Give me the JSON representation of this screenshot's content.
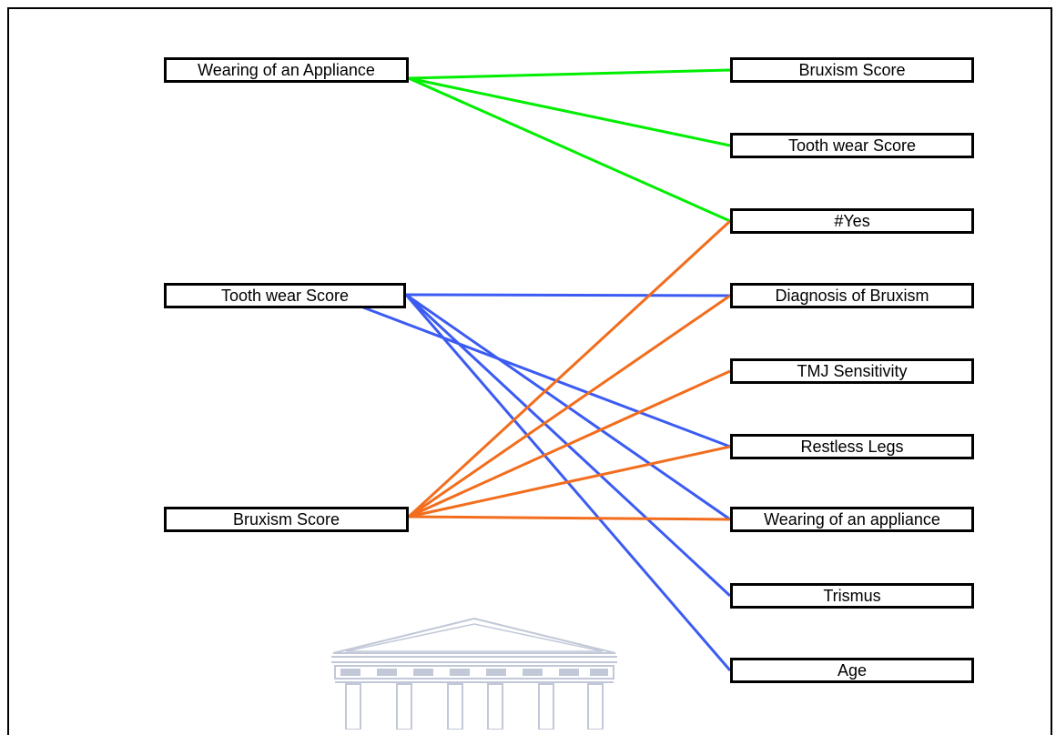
{
  "colors": {
    "group_1": "#00ee00",
    "group_2": "#3b5bf2",
    "group_3": "#f26d1d",
    "watermark": "#c2c8d8"
  },
  "watermark_icon": "university-building-icon",
  "left_nodes": [
    {
      "id": "wearing",
      "label": "Wearing of an Appliance"
    },
    {
      "id": "toothwear",
      "label": "Tooth wear Score"
    },
    {
      "id": "bruxism",
      "label": "Bruxism Score"
    }
  ],
  "right_nodes": [
    {
      "id": "r_bruxism",
      "label": "Bruxism Score"
    },
    {
      "id": "r_toothwear",
      "label": "Tooth wear Score"
    },
    {
      "id": "r_yes",
      "label": "#Yes"
    },
    {
      "id": "r_diag",
      "label": "Diagnosis of Bruxism"
    },
    {
      "id": "r_tmj",
      "label": "TMJ Sensitivity"
    },
    {
      "id": "r_legs",
      "label": "Restless Legs"
    },
    {
      "id": "r_appliance",
      "label": "Wearing of an appliance"
    },
    {
      "id": "r_trismus",
      "label": "Trismus"
    },
    {
      "id": "r_age",
      "label": "Age"
    }
  ],
  "edges": [
    {
      "from": "wearing",
      "to": "r_bruxism",
      "group": "group_1"
    },
    {
      "from": "wearing",
      "to": "r_toothwear",
      "group": "group_1"
    },
    {
      "from": "wearing",
      "to": "r_yes",
      "group": "group_1"
    },
    {
      "from": "toothwear",
      "to": "r_diag",
      "group": "group_2"
    },
    {
      "from": "toothwear",
      "to": "r_legs",
      "group": "group_2"
    },
    {
      "from": "toothwear",
      "to": "r_appliance",
      "group": "group_2"
    },
    {
      "from": "toothwear",
      "to": "r_trismus",
      "group": "group_2"
    },
    {
      "from": "toothwear",
      "to": "r_age",
      "group": "group_2"
    },
    {
      "from": "bruxism",
      "to": "r_yes",
      "group": "group_3"
    },
    {
      "from": "bruxism",
      "to": "r_diag",
      "group": "group_3"
    },
    {
      "from": "bruxism",
      "to": "r_tmj",
      "group": "group_3"
    },
    {
      "from": "bruxism",
      "to": "r_legs",
      "group": "group_3"
    },
    {
      "from": "bruxism",
      "to": "r_appliance",
      "group": "group_3"
    }
  ]
}
